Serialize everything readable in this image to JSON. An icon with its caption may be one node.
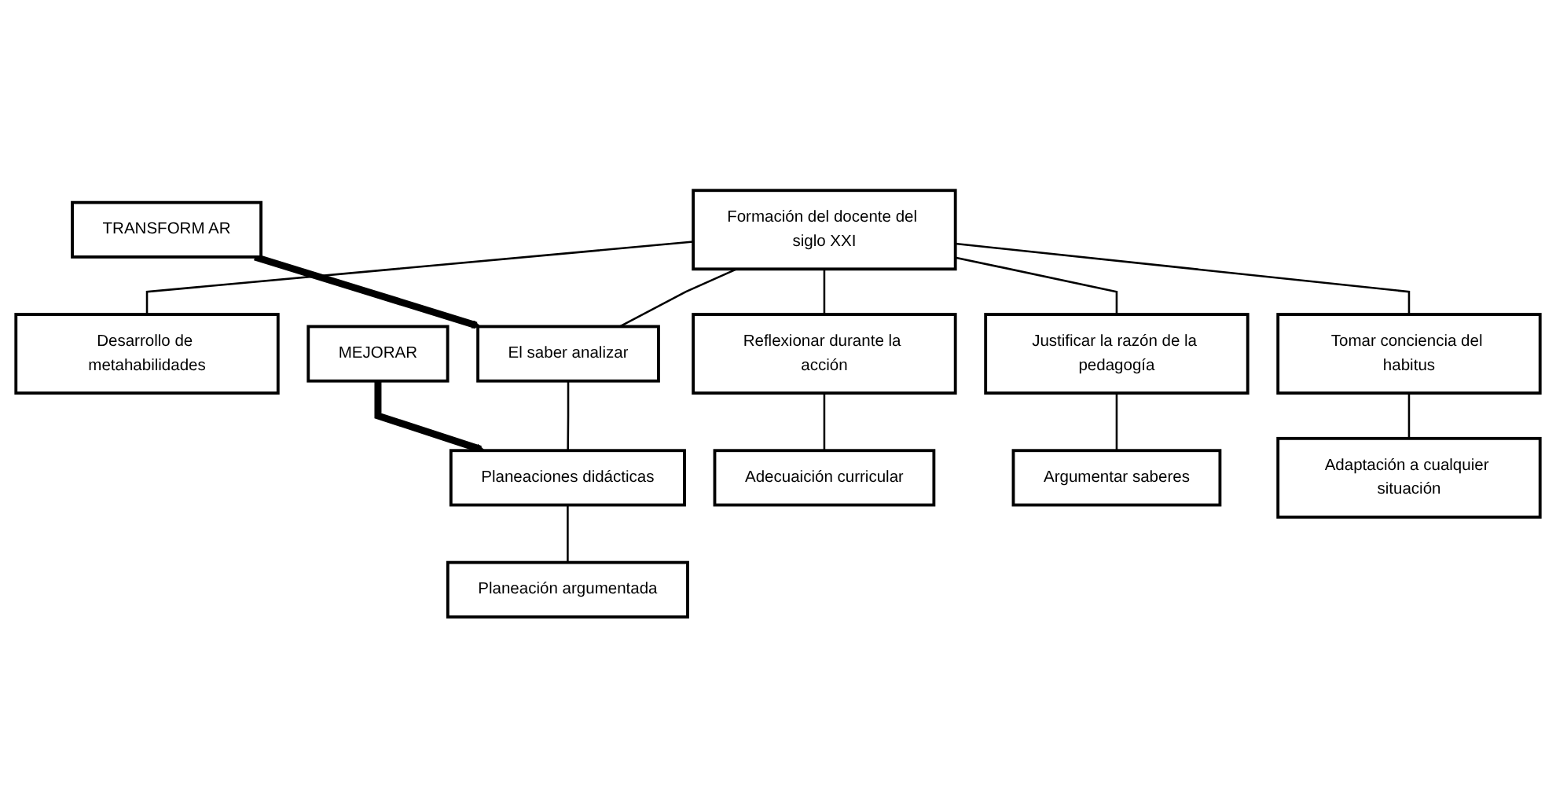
{
  "diagram": {
    "nodes": [
      {
        "text": [
          "Formación del docente del siglo XXI"
        ]
      },
      {
        "text": [
          "Desarrollo de metahabilidades"
        ]
      },
      {
        "text": [
          "TRANSFORM AR"
        ]
      },
      {
        "text": [
          "El saber analizar"
        ]
      },
      {
        "text": [
          "Reflexionar durante la acción"
        ]
      },
      {
        "text": [
          "Justificar la razón de la pedagogía"
        ]
      },
      {
        "text": [
          "Tomar conciencia del habitus"
        ]
      },
      {
        "text": [
          "MEJORAR"
        ]
      },
      {
        "text": [
          "Planeaciones didácticas"
        ]
      },
      {
        "text": [
          "Adecuaición curricular"
        ]
      },
      {
        "text": [
          "Argumentar saberes"
        ]
      },
      {
        "text": [
          "Adaptación a cualquier situación"
        ]
      },
      {
        "text": [
          "Planeación argumentada"
        ]
      }
    ],
    "edges": [
      {
        "from": 0,
        "to": 1,
        "arrow": "none"
      },
      {
        "from": 0,
        "to": 3,
        "arrow": "none"
      },
      {
        "from": 0,
        "to": 4,
        "arrow": "none"
      },
      {
        "from": 0,
        "to": 5,
        "arrow": "none"
      },
      {
        "from": 0,
        "to": 6,
        "arrow": "none"
      },
      {
        "from": 2,
        "to": 3,
        "arrow": "to",
        "style": "thick"
      },
      {
        "from": 3,
        "to": 8,
        "arrow": "none"
      },
      {
        "from": 7,
        "to": 8,
        "arrow": "to",
        "style": "thick"
      },
      {
        "from": 4,
        "to": 9,
        "arrow": "none"
      },
      {
        "from": 5,
        "to": 10,
        "arrow": "none"
      },
      {
        "from": 6,
        "to": 11,
        "arrow": "none"
      },
      {
        "from": 8,
        "to": 12,
        "arrow": "none"
      }
    ]
  }
}
